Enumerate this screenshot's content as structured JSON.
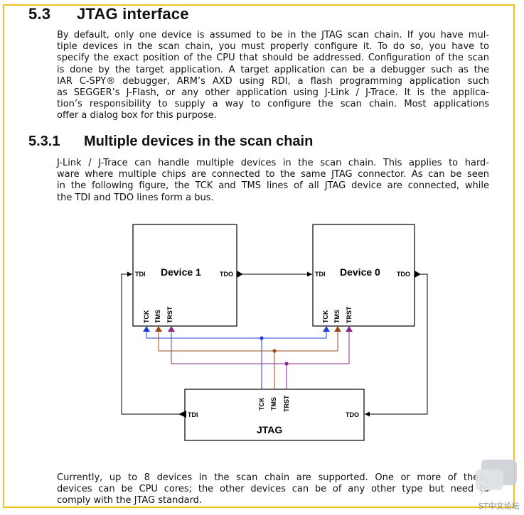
{
  "section": {
    "number": "5.3",
    "title": "JTAG interface"
  },
  "paragraph1": [
    "By default, only one device is assumed to be in the JTAG scan chain. If you have mul-",
    "tiple devices in the scan chain, you must properly configure it. To do so, you have to",
    "specify the exact position of the CPU that should be addressed. Configuration of the scan",
    "is done by the target application. A target application can be a debugger such as the",
    "IAR C-SPY® debugger, ARM’s AXD using RDI, a flash programming application such",
    "as SEGGER’s J-Flash, or any other application using J-Link / J-Trace. It is the applica-",
    "tion’s responsibility to supply a way to configure the scan chain. Most applications",
    "offer a dialog box for this purpose."
  ],
  "subsection": {
    "number": "5.3.1",
    "title": "Multiple devices in the scan chain"
  },
  "paragraph2": [
    "J-Link / J-Trace can handle multiple devices in the scan chain. This applies to hard-",
    "ware where multiple chips are connected to the same JTAG connector. As can be seen",
    "in the following figure, the TCK and TMS lines of all JTAG device are connected, while",
    "the TDI and TDO lines form a bus."
  ],
  "diagram": {
    "device1": {
      "name": "Device 1",
      "tdi": "TDI",
      "tdo": "TDO",
      "tck": "TCK",
      "tms": "TMS",
      "trst": "TRST"
    },
    "device0": {
      "name": "Device 0",
      "tdi": "TDI",
      "tdo": "TDO",
      "tck": "TCK",
      "tms": "TMS",
      "trst": "TRST"
    },
    "jtag": {
      "name": "JTAG",
      "tdi": "TDI",
      "tdo": "TDO",
      "tck": "TCK",
      "tms": "TMS",
      "trst": "TRST"
    },
    "colors": {
      "tck": "#1f3fd6",
      "tms": "#9a4a1e",
      "trst": "#8a2a8e",
      "line": "#000000"
    }
  },
  "paragraph3": [
    "Currently, up to 8 devices in the scan chain are supported. One or more of these",
    "devices can be CPU cores; the other devices can be of any other type but need to",
    "comply with the JTAG standard."
  ],
  "watermark": {
    "text": "ST中文论坛"
  }
}
